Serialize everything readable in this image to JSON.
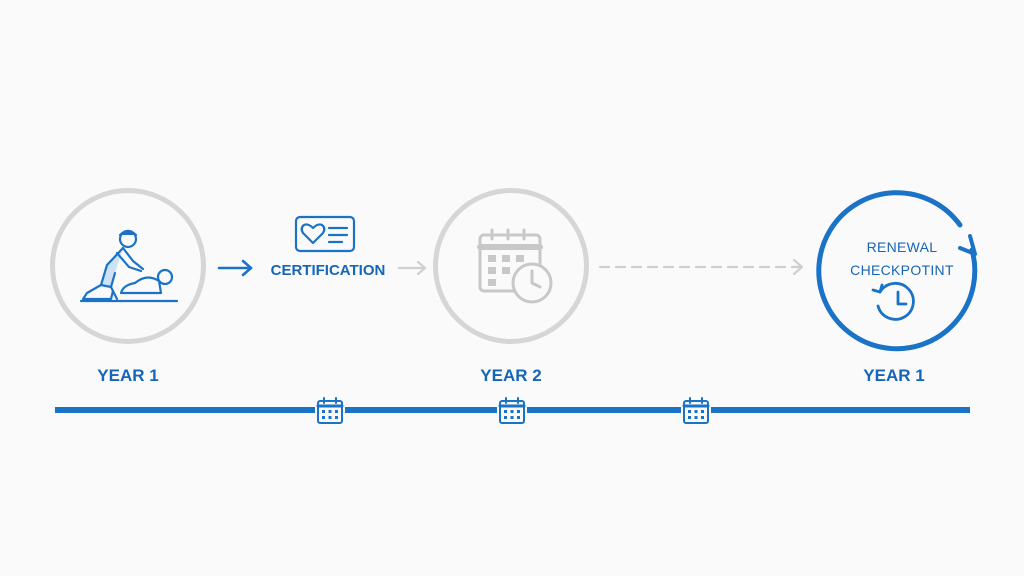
{
  "stages": [
    {
      "year_label": "YEAR 1",
      "icon": "cpr-person-icon"
    },
    {
      "year_label": "YEAR 2",
      "icon": "calendar-clock-icon"
    },
    {
      "year_label": "YEAR 1",
      "icon": "renewal-clock-icon"
    }
  ],
  "certification": {
    "label": "CERTIFICATION",
    "icon": "certificate-card-icon"
  },
  "renewal": {
    "line1": "RENEWAL",
    "line2": "CHECKPOTINT"
  },
  "timeline": {
    "markers": [
      "calendar-icon",
      "calendar-icon",
      "calendar-icon"
    ]
  },
  "colors": {
    "accent": "#1a73c7",
    "text": "#1565b8",
    "gray": "#d6d6d6",
    "background": "#fafafa"
  }
}
